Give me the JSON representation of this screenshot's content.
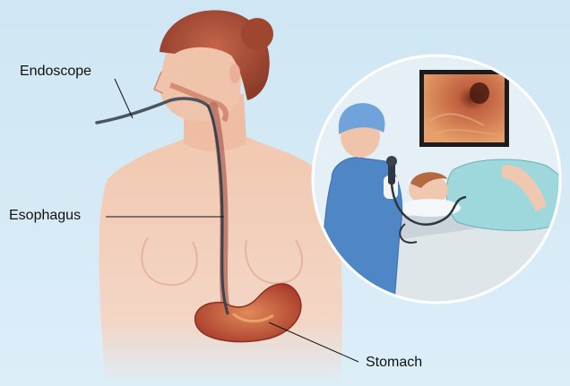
{
  "labels": {
    "endoscope": "Endoscope",
    "esophagus": "Esophagus",
    "stomach": "Stomach"
  },
  "colors": {
    "background": "#cfe6f4",
    "skin": "#f2c8b0",
    "hair": "#b0523a",
    "endoscope": "#4a5560",
    "stomach": "#c8553c",
    "scrubs": "#4f86c6",
    "monitor_image": "#d98a5a"
  }
}
